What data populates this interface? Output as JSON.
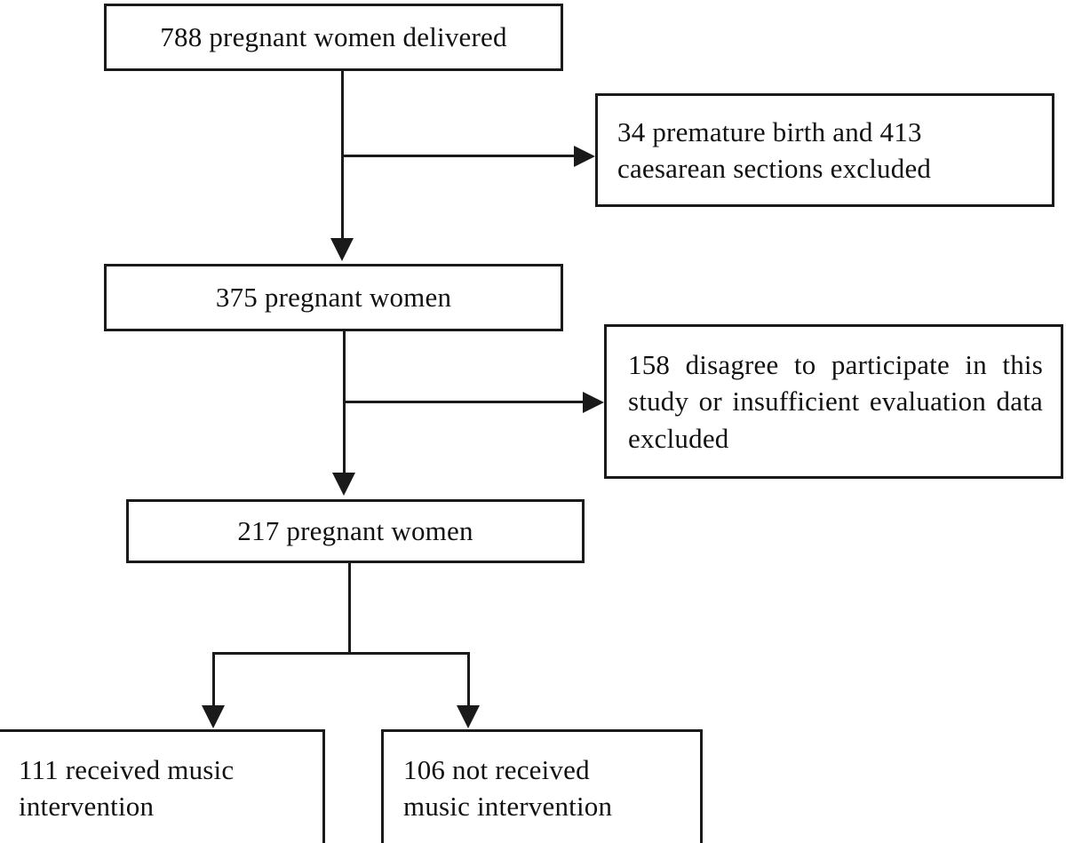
{
  "diagram": {
    "type": "study-flow-chart",
    "title": "Participant flow diagram",
    "line_color": "#1a1a1a",
    "background_color": "#ffffff",
    "nodes": [
      {
        "id": "delivered",
        "label": "788 pregnant women delivered",
        "count": 788,
        "align": "center"
      },
      {
        "id": "excluded-1",
        "label": "34 premature birth and 413\ncaesarean sections excluded",
        "counts": [
          34,
          413
        ],
        "align": "left"
      },
      {
        "id": "eligible",
        "label": "375 pregnant women",
        "count": 375,
        "align": "center"
      },
      {
        "id": "excluded-2",
        "label": "158 disagree to participate in this study or insufficient evaluation data excluded",
        "count": 158,
        "align": "justify"
      },
      {
        "id": "enrolled",
        "label": "217 pregnant women",
        "count": 217,
        "align": "center"
      },
      {
        "id": "music",
        "label": "111 received music\nintervention",
        "count": 111,
        "align": "left"
      },
      {
        "id": "no-music",
        "label": "106 not received\nmusic intervention",
        "count": 106,
        "align": "left"
      }
    ],
    "edges": [
      {
        "id": "spine-1",
        "from": "delivered",
        "to": "eligible",
        "direction": "down"
      },
      {
        "id": "branch-1",
        "from": "delivered",
        "to": "excluded-1",
        "direction": "right"
      },
      {
        "id": "spine-2",
        "from": "eligible",
        "to": "enrolled",
        "direction": "down"
      },
      {
        "id": "branch-2",
        "from": "eligible",
        "to": "excluded-2",
        "direction": "right"
      },
      {
        "id": "leg-left",
        "from": "enrolled",
        "to": "music",
        "direction": "down"
      },
      {
        "id": "leg-right",
        "from": "enrolled",
        "to": "no-music",
        "direction": "down"
      }
    ]
  }
}
